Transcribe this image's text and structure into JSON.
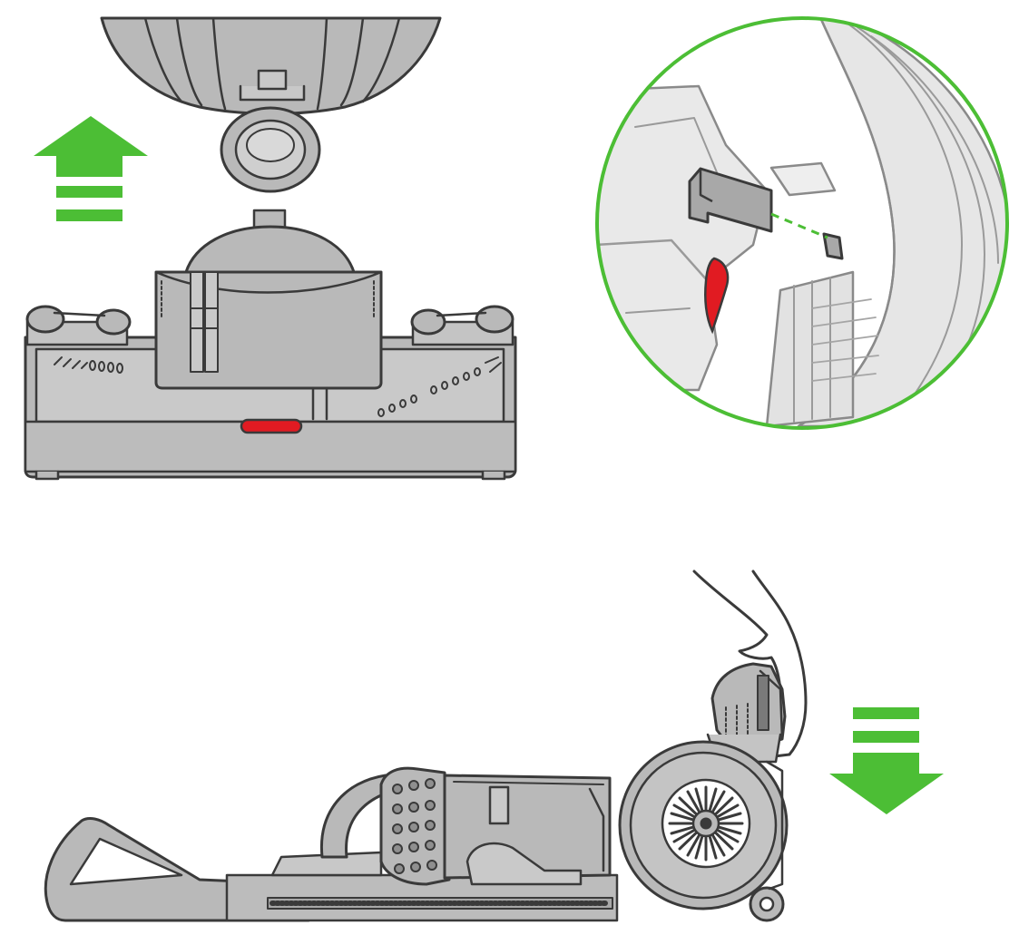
{
  "colors": {
    "accent_green": "#4cbe35",
    "highlight_red": "#e11b22",
    "outline": "#3a3a3a",
    "body_gray": "#b9b9b9",
    "light_gray": "#dcdcdc",
    "mid_gray": "#a8a8a8",
    "background": "#ffffff"
  },
  "panels": [
    {
      "id": "panel-1",
      "content": "cleaner-head-front-view",
      "arrow": "up-arrow-icon"
    },
    {
      "id": "panel-2",
      "content": "clip-detail-magnified",
      "frame": "green-circle"
    },
    {
      "id": "panel-3",
      "content": "machine-reclined-side-view",
      "arrow": "down-arrow-icon"
    }
  ]
}
